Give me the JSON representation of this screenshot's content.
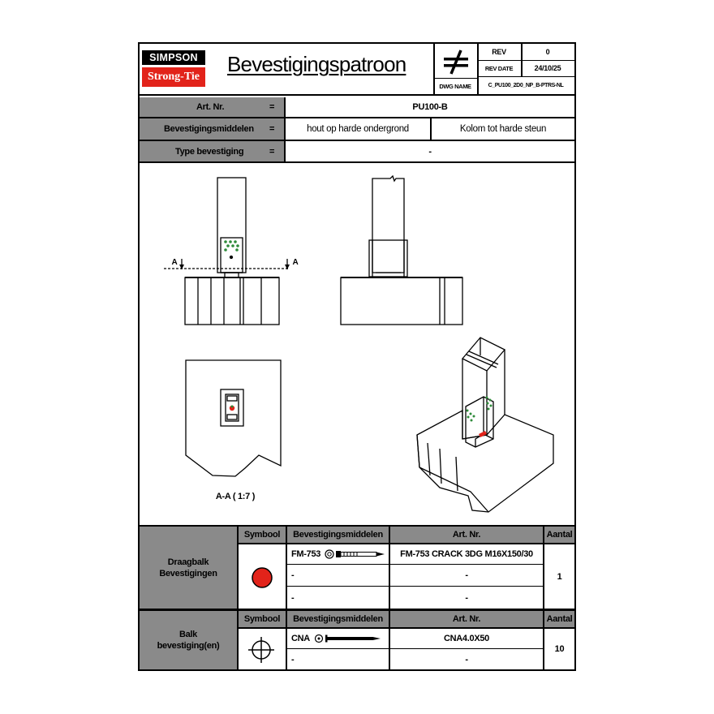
{
  "header": {
    "brand_top": "SIMPSON",
    "brand_bottom": "Strong-Tie",
    "title": "Bevestigingspatroon",
    "rev_label": "REV",
    "rev_value": "0",
    "rev_date_label": "REV DATE",
    "rev_date_value": "24/10/25",
    "dwg_name_label": "DWG NAME",
    "dwg_name_value": "C_PU100_2D0_NP_B-PTRS-NL",
    "symbol_icon": "not-equal-icon"
  },
  "info": {
    "art_nr_label": "Art. Nr.",
    "art_nr_value": "PU100-B",
    "bevestigingsmiddelen_label": "Bevestigingsmiddelen",
    "bevestigingsmiddelen_value_1": "hout op harde ondergrond",
    "bevestigingsmiddelen_value_2": "Kolom tot harde steun",
    "type_label": "Type bevestiging",
    "type_value": "-",
    "equals": "="
  },
  "drawing": {
    "section_marker": "A",
    "section_caption": "A-A ( 1:7 )",
    "colors": {
      "anchor": "#e2231a",
      "nail": "#2e8b3a"
    }
  },
  "tables": {
    "draagbalk": {
      "group_label": "Draagbalk Bevestigingen",
      "headers": {
        "symbool": "Symbool",
        "middelen": "Bevestigingsmiddelen",
        "art": "Art. Nr.",
        "aantal": "Aantal"
      },
      "symbol_icon": "red-dot-icon",
      "rows": [
        {
          "middel": "FM-753",
          "art": "FM-753 CRACK 3DG M16X150/30"
        },
        {
          "middel": "-",
          "art": "-"
        },
        {
          "middel": "-",
          "art": "-"
        }
      ],
      "aantal": "1"
    },
    "balk": {
      "group_label": "Balk bevestiging(en)",
      "headers": {
        "symbool": "Symbool",
        "middelen": "Bevestigingsmiddelen",
        "art": "Art. Nr.",
        "aantal": "Aantal"
      },
      "symbol_icon": "crosshair-icon",
      "rows": [
        {
          "middel": "CNA",
          "art": "CNA4.0X50"
        },
        {
          "middel": "-",
          "art": "-"
        }
      ],
      "aantal": "10"
    }
  }
}
